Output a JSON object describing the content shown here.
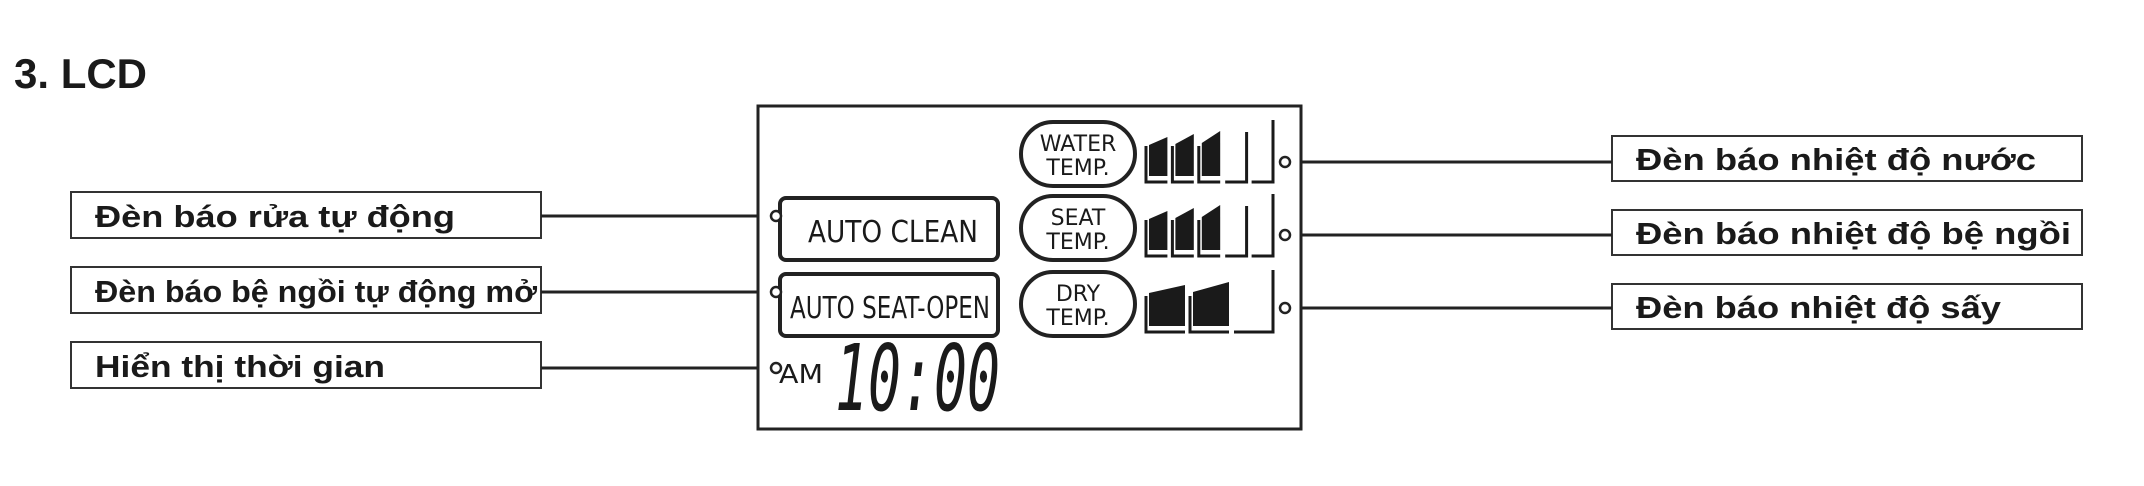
{
  "title": "3. LCD",
  "labels_left": [
    "Đèn báo rửa tự động",
    "Đèn báo bệ ngồi tự động mở",
    "Hiển thị thời gian"
  ],
  "labels_right": [
    "Đèn báo nhiệt độ nước",
    "Đèn báo nhiệt độ bệ ngồi",
    "Đèn báo nhiệt độ sấy"
  ],
  "lcd": {
    "auto_clean": "AUTO CLEAN",
    "auto_seat_open": "AUTO SEAT-OPEN",
    "am": "AM",
    "time": "10:00",
    "indicators": [
      {
        "line1": "WATER",
        "line2": "TEMP.",
        "level": 3,
        "max": 5
      },
      {
        "line1": "SEAT",
        "line2": "TEMP.",
        "level": 3,
        "max": 5
      },
      {
        "line1": "DRY",
        "line2": "TEMP.",
        "level": 2,
        "max": 3
      }
    ]
  }
}
